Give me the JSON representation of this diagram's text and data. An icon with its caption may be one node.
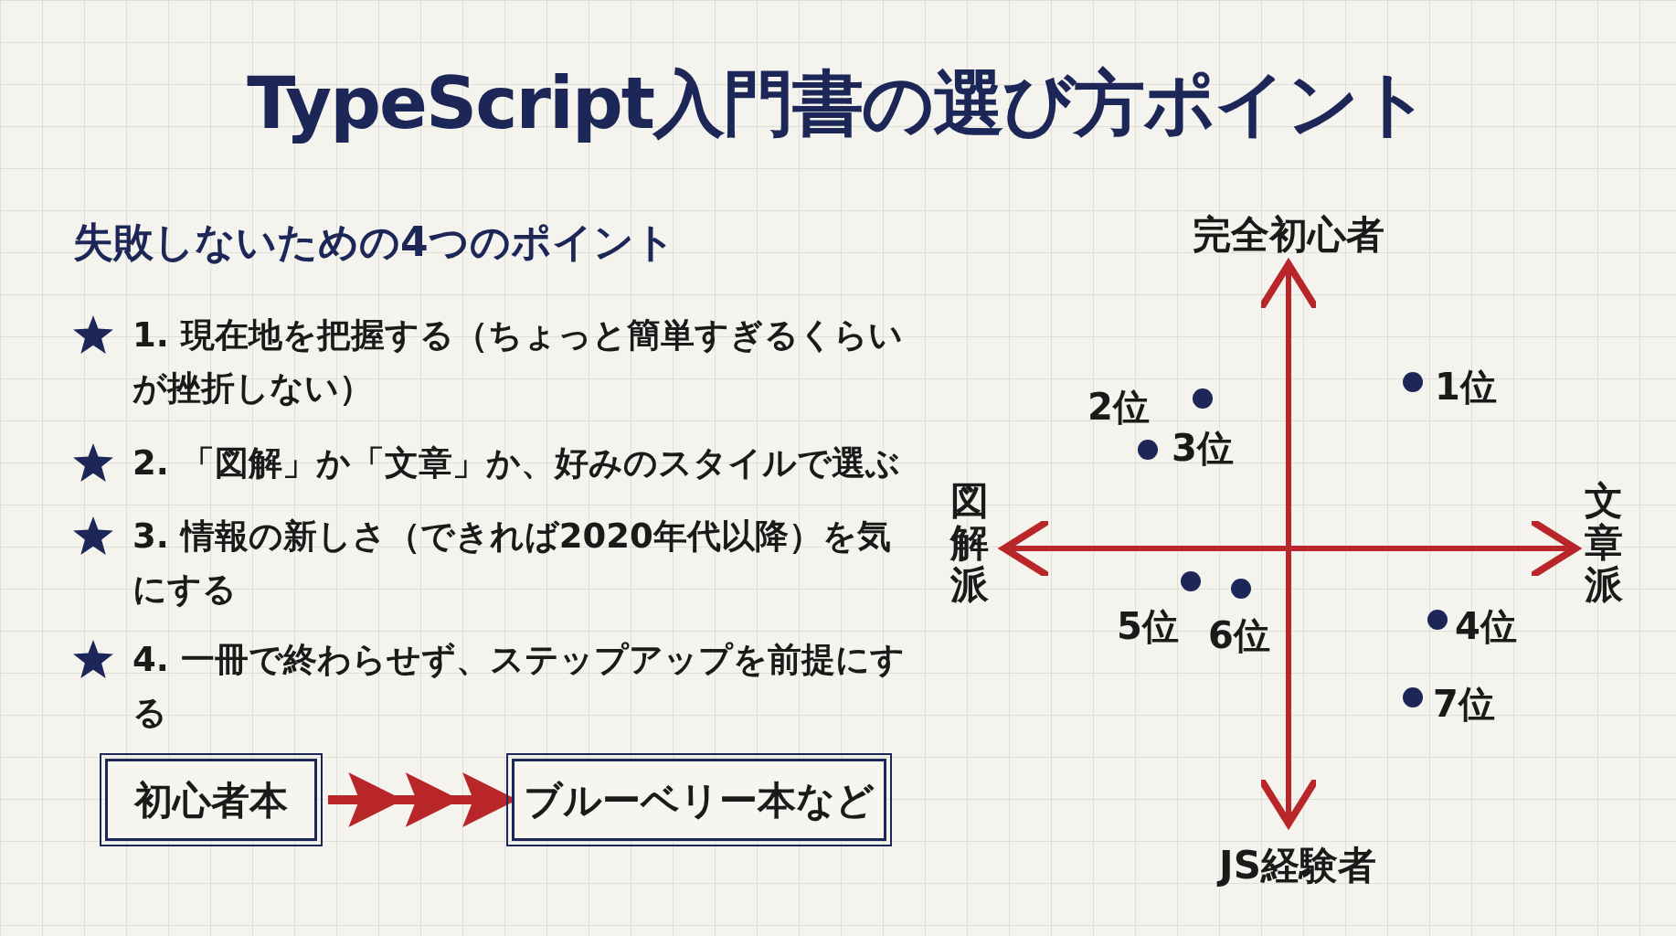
{
  "diagram": {
    "title": "TypeScript入門書の選び方ポイント",
    "nodes": [
      {
        "text": [
          "初心者本"
        ]
      },
      {
        "text": [
          "ブルーベリー本など"
        ]
      }
    ],
    "edges": [
      {
        "from": 0,
        "to": 1,
        "arrow": "to"
      }
    ],
    "labels": [
      "失敗しないための4つのポイント",
      "1. 現在地を把握する（ちょっと簡単すぎるくらいが挫折しない）",
      "2. 「図解」か「文章」か、好みのスタイルで選ぶ",
      "3. 情報の新しさ（できれば2020年代以降）を気にする",
      "4. 一冊で終わらせず、ステップアップを前提にする",
      "完全初心者",
      "1位",
      "2位",
      "3位",
      "図解派",
      "文章派",
      "5位",
      "6位",
      "4位",
      "7位",
      "JS経験者"
    ]
  }
}
